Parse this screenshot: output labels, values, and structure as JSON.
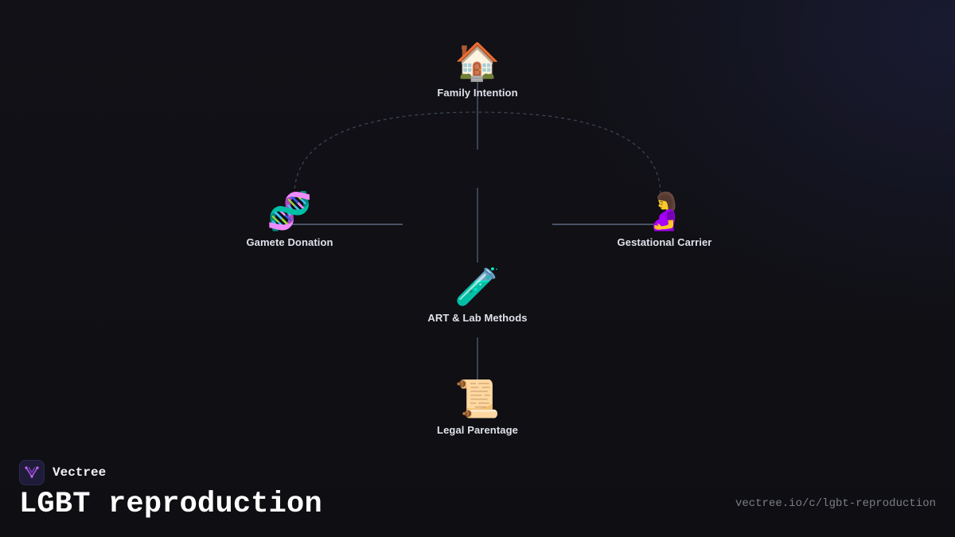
{
  "diagram": {
    "nodes": [
      {
        "id": "family-intention",
        "icon": "house-icon",
        "glyph": "🏠",
        "label": "Family Intention"
      },
      {
        "id": "gamete-donation",
        "icon": "dna-icon",
        "glyph": "🧬",
        "label": "Gamete Donation"
      },
      {
        "id": "gestational-carrier",
        "icon": "pregnant-woman-icon",
        "glyph": "🤰",
        "label": "Gestational Carrier"
      },
      {
        "id": "art-lab-methods",
        "icon": "test-tube-icon",
        "glyph": "🧪",
        "label": "ART & Lab Methods"
      },
      {
        "id": "legal-parentage",
        "icon": "scroll-icon",
        "glyph": "📜",
        "label": "Legal Parentage"
      }
    ],
    "edges": [
      {
        "from": "family-intention",
        "to": "art-lab-methods",
        "style": "solid"
      },
      {
        "from": "gamete-donation",
        "to": "art-lab-methods",
        "style": "solid"
      },
      {
        "from": "gestational-carrier",
        "to": "art-lab-methods",
        "style": "solid"
      },
      {
        "from": "art-lab-methods",
        "to": "legal-parentage",
        "style": "solid"
      },
      {
        "from": "gamete-donation",
        "to": "gestational-carrier",
        "style": "dashed"
      }
    ],
    "colors": {
      "edge": "#4a5366",
      "dashed_edge": "#3c4352",
      "background": "#111116",
      "label": "#dfe2ea"
    }
  },
  "footer": {
    "brand_name": "Vectree",
    "brand_icon": "vectree-logo-icon",
    "title": "LGBT reproduction",
    "url": "vectree.io/c/lgbt-reproduction"
  }
}
